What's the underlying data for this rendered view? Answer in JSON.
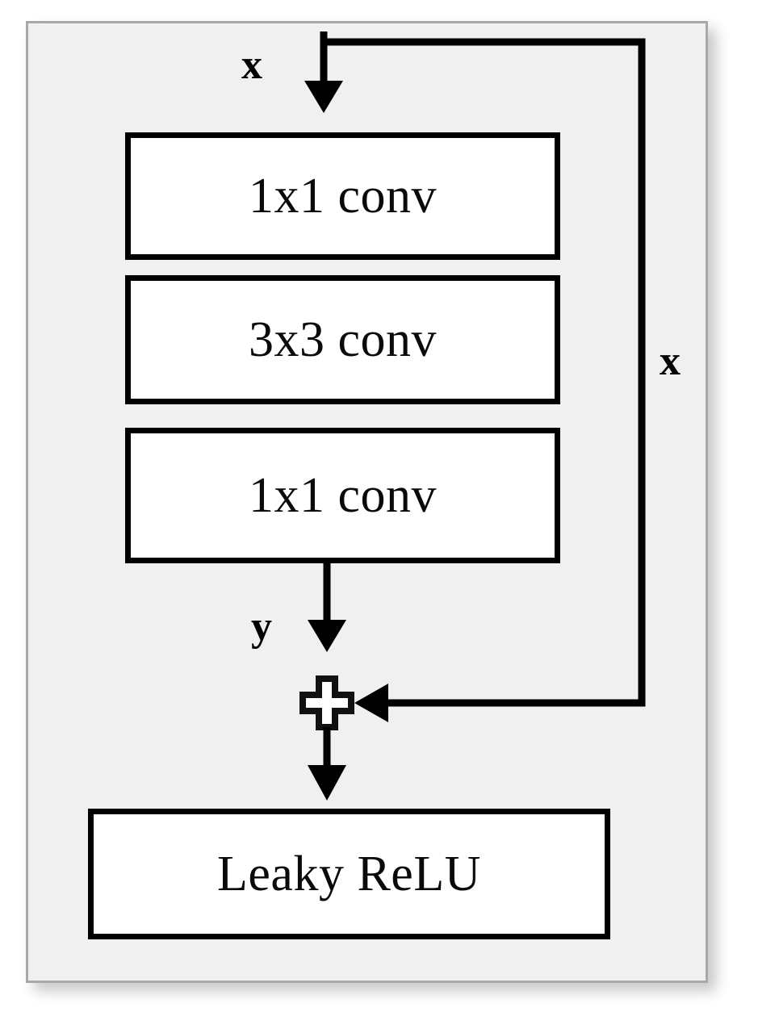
{
  "figure": {
    "type": "neural-network-block-diagram",
    "name": "residual-bottleneck-block",
    "background_color": "#f0f0f0",
    "frame_border_color": "#a8a8a8",
    "stroke_color": "#000000",
    "box_fill_color": "#ffffff"
  },
  "blocks": [
    {
      "id": "conv1",
      "label": "1x1 conv"
    },
    {
      "id": "conv2",
      "label": "3x3 conv"
    },
    {
      "id": "conv3",
      "label": "1x1 conv"
    },
    {
      "id": "activation",
      "label": "Leaky ReLU"
    }
  ],
  "labels": {
    "input": "x",
    "skip": "x",
    "residual": "y"
  },
  "operators": [
    {
      "id": "sum",
      "symbol": "+",
      "name": "element-wise-addition"
    }
  ],
  "edges": [
    {
      "from": "input",
      "to": "conv1",
      "label": "x"
    },
    {
      "from": "input",
      "to": "sum",
      "label": "x",
      "kind": "skip-connection"
    },
    {
      "from": "conv1",
      "to": "conv2",
      "label": ""
    },
    {
      "from": "conv2",
      "to": "conv3",
      "label": ""
    },
    {
      "from": "conv3",
      "to": "sum",
      "label": "y"
    },
    {
      "from": "sum",
      "to": "activation",
      "label": ""
    }
  ]
}
